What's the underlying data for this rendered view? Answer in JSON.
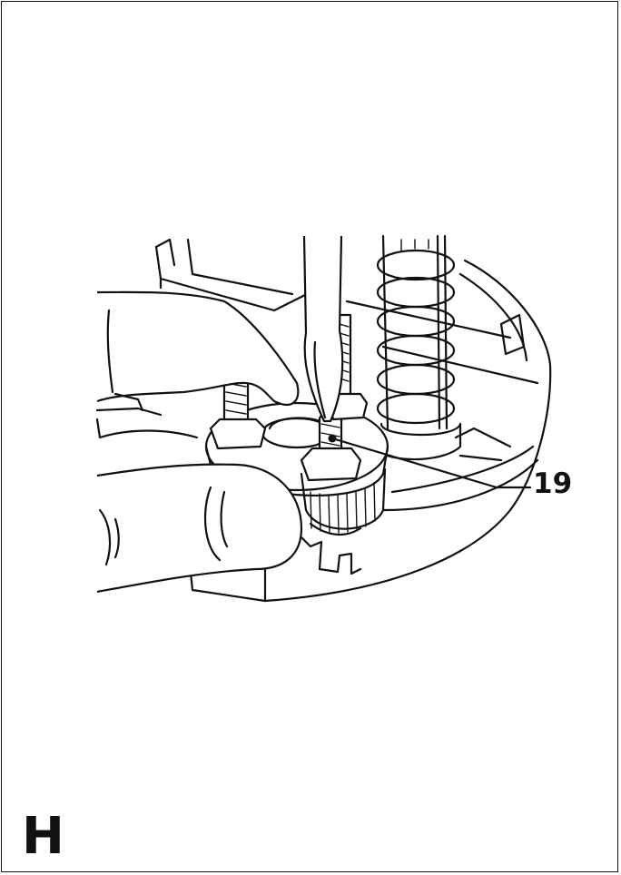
{
  "figure": {
    "letter": "H",
    "callouts": [
      {
        "label": "19",
        "target": "adjustment-screw"
      }
    ]
  },
  "colors": {
    "line": "#111111",
    "background": "#ffffff"
  }
}
